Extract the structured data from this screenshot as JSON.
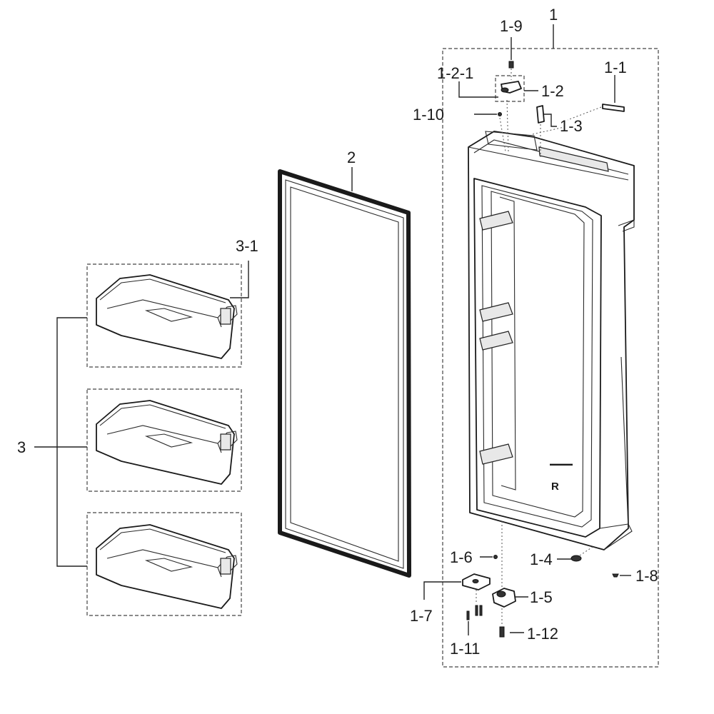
{
  "diagram": {
    "labels": {
      "l1": "1",
      "l1_1": "1-1",
      "l1_2": "1-2",
      "l1_2_1": "1-2-1",
      "l1_3": "1-3",
      "l1_4": "1-4",
      "l1_5": "1-5",
      "l1_6": "1-6",
      "l1_7": "1-7",
      "l1_8": "1-8",
      "l1_9": "1-9",
      "l1_10": "1-10",
      "l1_11": "1-11",
      "l1_12": "1-12",
      "l2": "2",
      "l3": "3",
      "l3_1": "3-1",
      "door_mark": "R"
    }
  }
}
